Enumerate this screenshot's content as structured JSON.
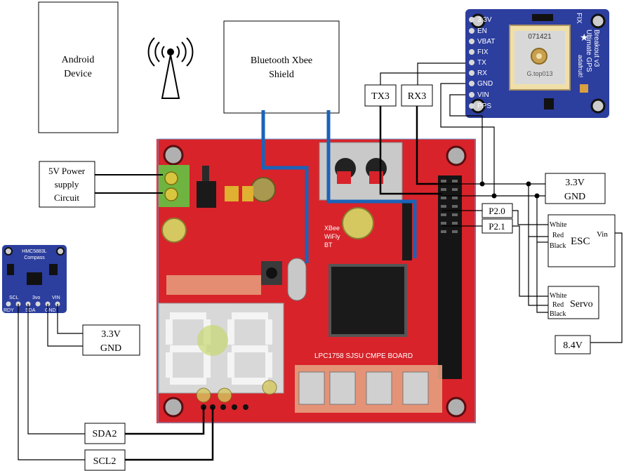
{
  "boxes": {
    "android": [
      "Android",
      "Device"
    ],
    "xbee": [
      "Bluetooth Xbee",
      "Shield"
    ],
    "power": [
      "5V Power",
      "supply",
      "Circuit"
    ],
    "tx3": "TX3",
    "rx3": "RX3",
    "p33_gnd_right": [
      "3.3V",
      "GND"
    ],
    "p20": "P2.0",
    "p21": "P2.1",
    "esc": {
      "white": "White",
      "red": "Red",
      "black": "Black",
      "name": "ESC",
      "vin": "Vin"
    },
    "servo": {
      "white": "White",
      "red": "Red",
      "black": "Black",
      "name": "Servo"
    },
    "v84": "8.4V",
    "p33_gnd_left": [
      "3.3V",
      "GND"
    ],
    "sda2": "SDA2",
    "scl2": "SCL2"
  },
  "gps_module": {
    "pins": [
      "3.3V",
      "EN",
      "VBAT",
      "FIX",
      "TX",
      "RX",
      "GND",
      "VIN",
      "PPS"
    ],
    "chip_code": "071421",
    "chip_model": "G.top013",
    "title": [
      "Ultimate GPS",
      "Breakout v3"
    ],
    "brand": "adafruit!",
    "fix_label": "FIX"
  },
  "compass_module": {
    "title": "HMC5883L",
    "subtitle": "Compass",
    "pins_top": [
      "SCL",
      "3vo",
      "VIN"
    ],
    "pins_bottom": [
      "RDY",
      "SDA",
      "GND"
    ]
  },
  "board": {
    "xbee_label": [
      "XBee",
      "WiFly",
      "BT"
    ],
    "board_name": "LPC1758 SJSU CMPE BOARD"
  },
  "icons": {
    "wireless": "wireless-signal-icon"
  },
  "colors": {
    "board_red": "#d8232a",
    "bt_wire": "#1a63b8",
    "gps_blue": "#2c3e9e"
  }
}
